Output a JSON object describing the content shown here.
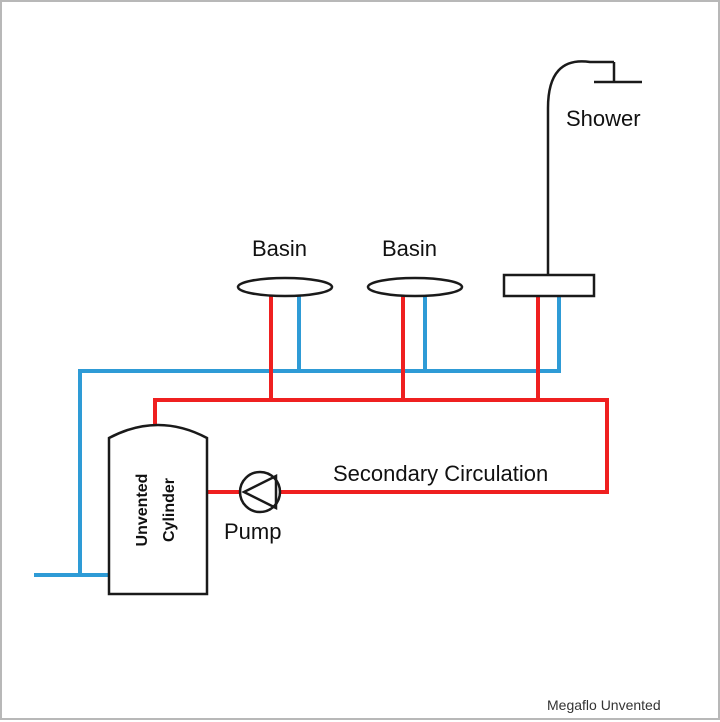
{
  "diagram": {
    "labels": {
      "shower": "Shower",
      "basin_left": "Basin",
      "basin_right": "Basin",
      "cylinder_line1": "Unvented",
      "cylinder_line2": "Cylinder",
      "pump": "Pump",
      "loop": "Secondary Circulation",
      "credit": "Megaflo Unvented"
    },
    "colors": {
      "hot_pipe": "#ef2020",
      "cold_pipe": "#2e9bd6",
      "outline": "#1a1a1a"
    }
  }
}
